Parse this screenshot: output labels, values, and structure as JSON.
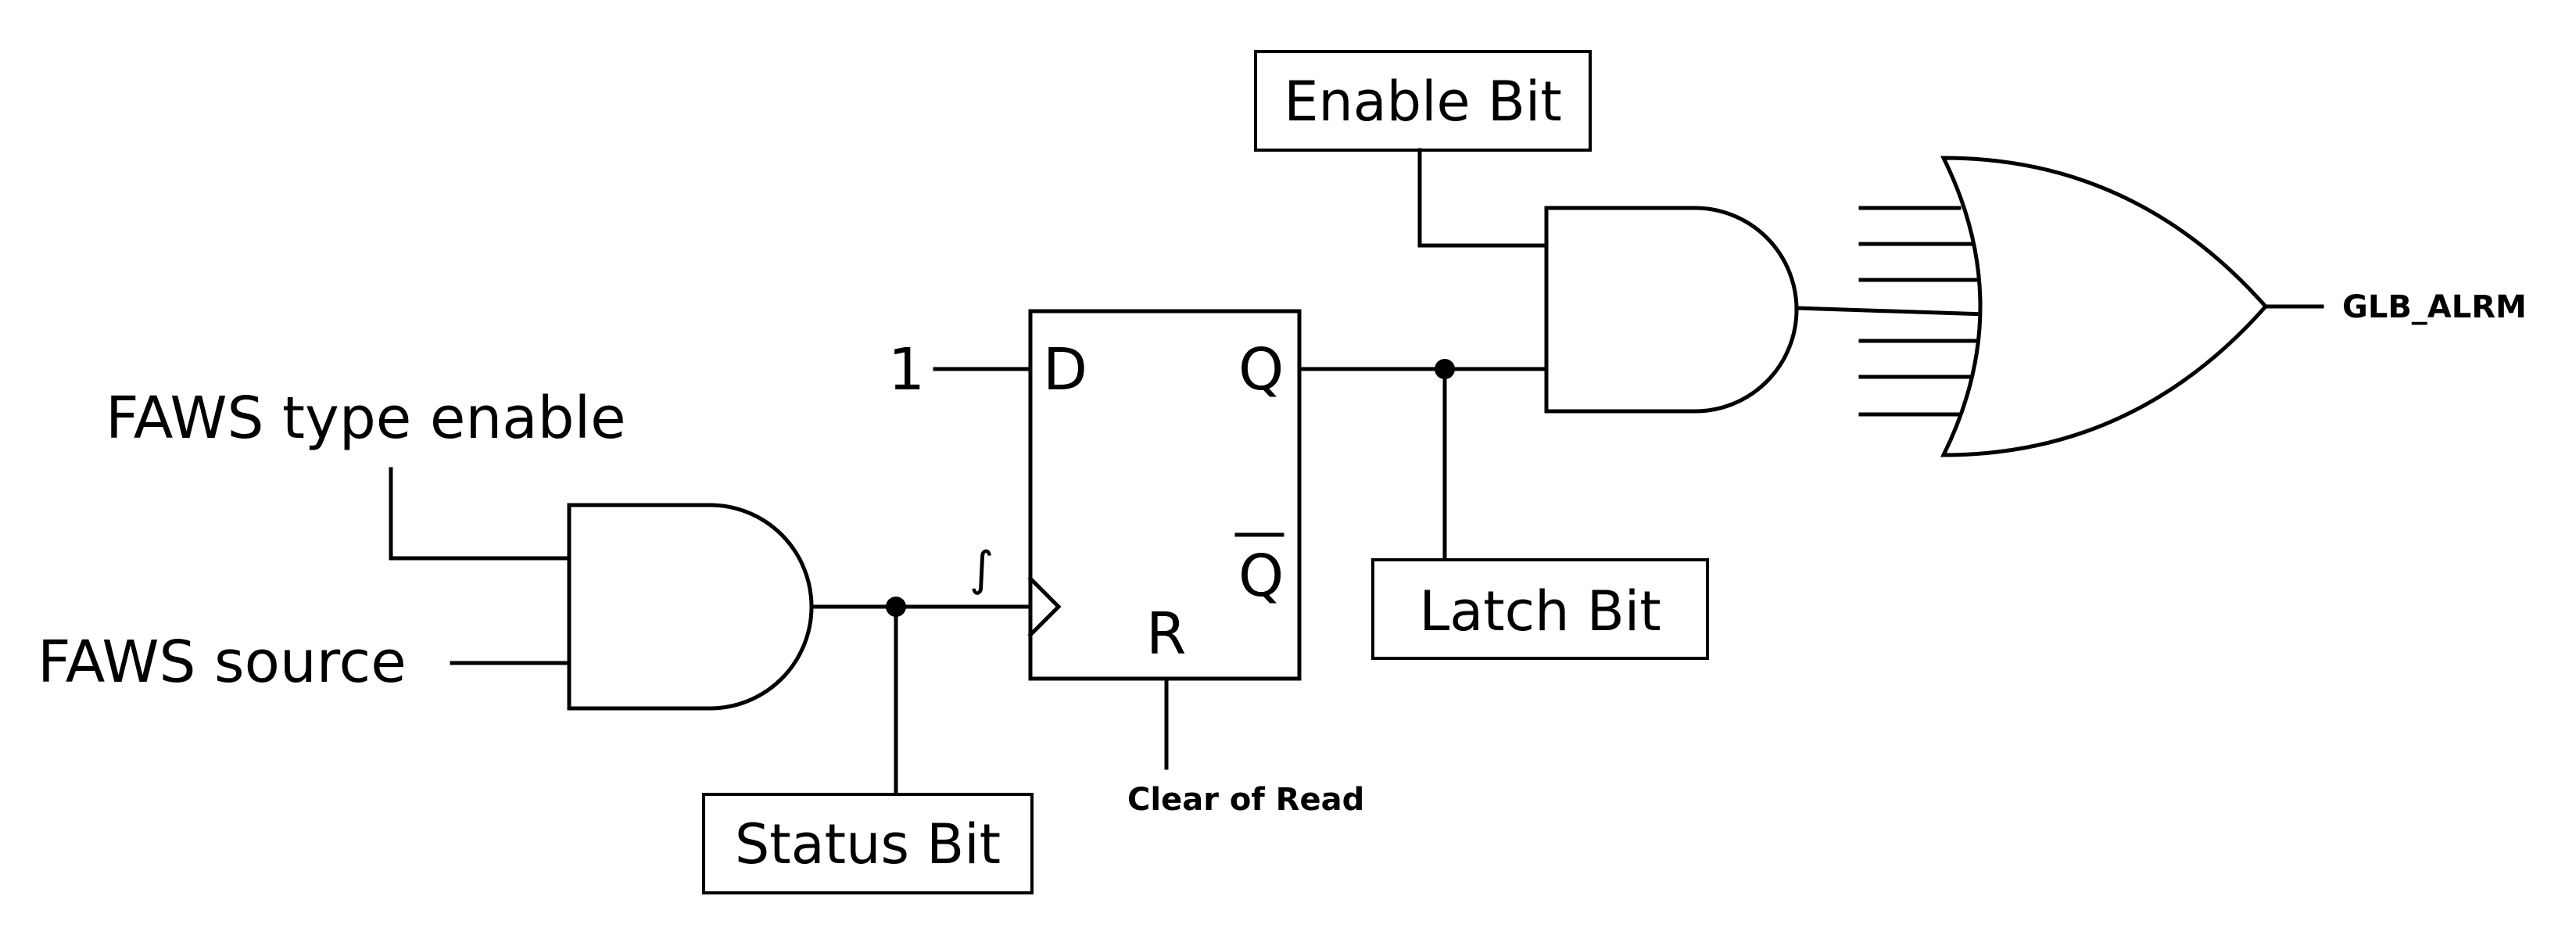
{
  "inputs": {
    "faws_type_enable": "FAWS type enable",
    "faws_source": "FAWS source",
    "constant_one": "1"
  },
  "flip_flop": {
    "d": "D",
    "q": "Q",
    "q_bar": "Q",
    "r": "R",
    "clock_symbol": "∫"
  },
  "registers": {
    "status_bit": "Status Bit",
    "latch_bit": "Latch Bit",
    "enable_bit": "Enable Bit"
  },
  "signals": {
    "clear_of_read": "Clear of Read",
    "output": "GLB_ALRM"
  }
}
